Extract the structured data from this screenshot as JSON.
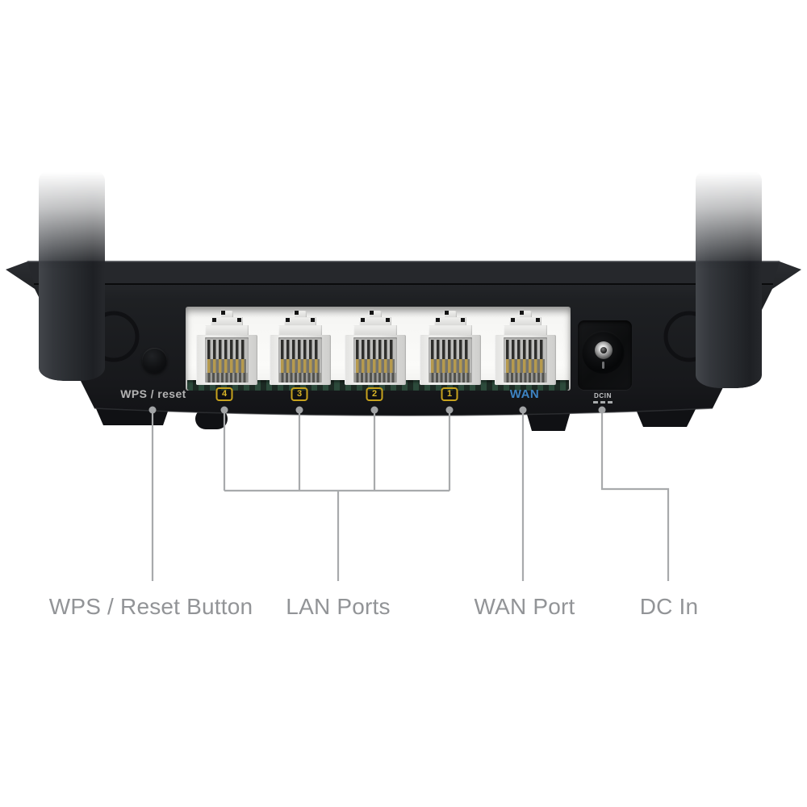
{
  "panel": {
    "wps_reset": "WPS / reset",
    "lan_port_numbers": [
      "4",
      "3",
      "2",
      "1"
    ],
    "wan": "WAN",
    "dc_in": "DCIN"
  },
  "callouts": {
    "wps": "WPS / Reset Button",
    "lan": "LAN Ports",
    "wan": "WAN Port",
    "dc": "DC In"
  },
  "colors": {
    "lan_number_yellow": "#dab527",
    "wan_blue": "#3d83c2",
    "panel_text_gray": "#b3b3b3",
    "callout_line_gray": "#a8aaac",
    "caption_gray": "#929497",
    "body_black": "#1a1b1e",
    "pcb_green": "#2c4a3b"
  }
}
